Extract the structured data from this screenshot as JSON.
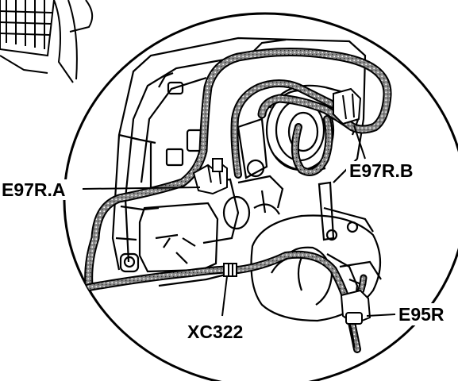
{
  "callouts": {
    "e97ra": "E97R.A",
    "e97rb": "E97R.B",
    "xc322": "XC322",
    "e95r": "E95R"
  },
  "colors": {
    "ink": "#000000",
    "paper": "#ffffff",
    "harness": "#6e6e6e"
  }
}
